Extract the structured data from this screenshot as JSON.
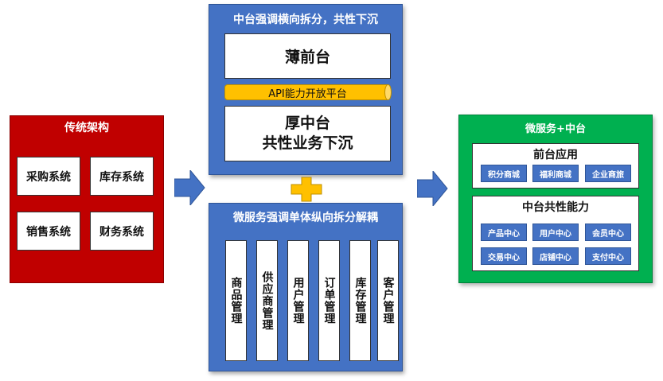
{
  "traditional": {
    "title": "传统架构",
    "systems": [
      "采购系统",
      "库存系统",
      "销售系统",
      "财务系统"
    ]
  },
  "middle_platform": {
    "title": "中台强调横向拆分，共性下沉",
    "thin_front": "薄前台",
    "api_bar": "API能力开放平台",
    "thick_middle_line1": "厚中台",
    "thick_middle_line2": "共性业务下沉"
  },
  "microservices": {
    "title": "微服务强调单体纵向拆分解耦",
    "modules": [
      "商品管理",
      "供应商管理",
      "用户管理",
      "订单管理",
      "库存管理",
      "客户管理"
    ]
  },
  "result": {
    "title": "微服务+中台",
    "front_apps": {
      "title": "前台应用",
      "items": [
        "积分商城",
        "福利商城",
        "企业商旅"
      ]
    },
    "middle_capabilities": {
      "title": "中台共性能力",
      "row1": [
        "产品中心",
        "用户中心",
        "会员中心"
      ],
      "row2": [
        "交易中心",
        "店铺中心",
        "支付中心"
      ]
    }
  },
  "colors": {
    "red_panel": "#c00000",
    "blue_panel": "#4472c4",
    "green_panel": "#00b050",
    "api_bar": "#ffc000",
    "plus": "#ffc000"
  }
}
